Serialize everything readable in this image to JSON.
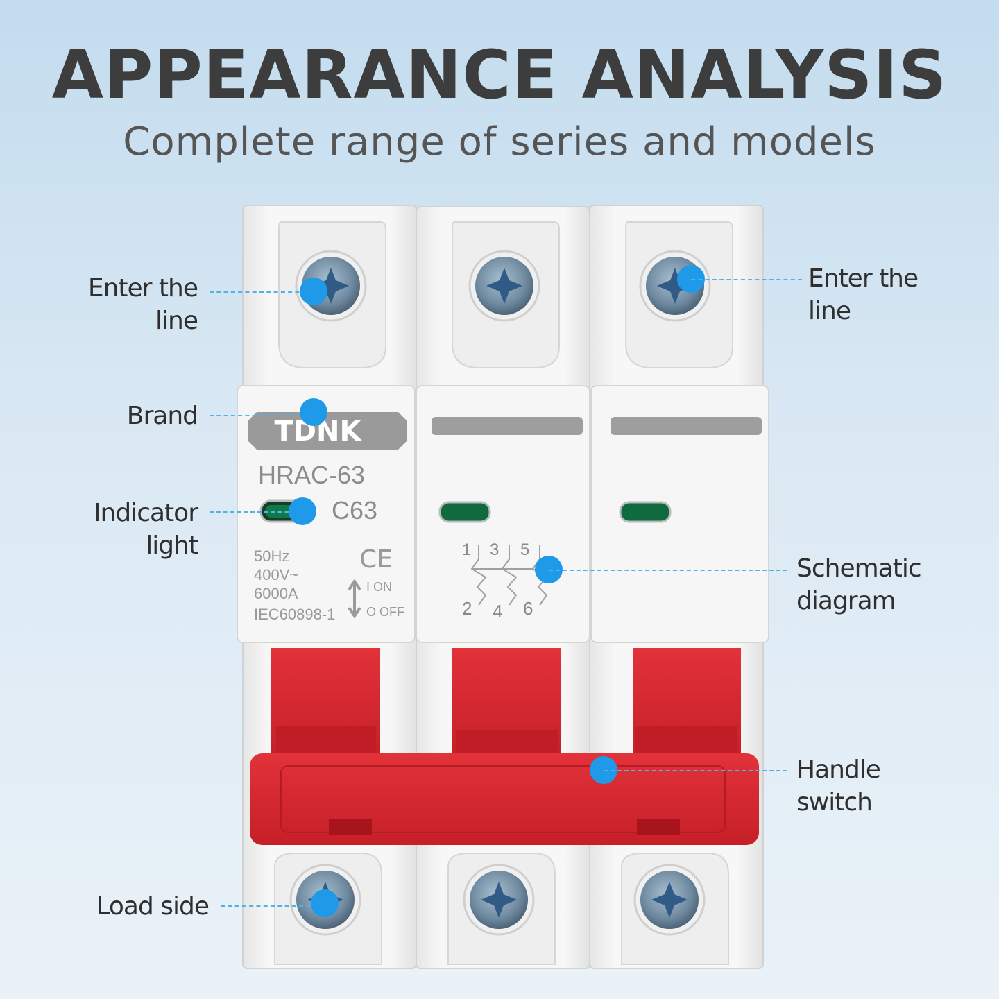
{
  "header": {
    "title": "APPEARANCE ANALYSIS",
    "subtitle": "Complete range of series and models"
  },
  "product": {
    "brand": "TDNK",
    "model": "HRAC-63",
    "rating": "C63",
    "specs": [
      "50Hz",
      "400V~",
      "6000A",
      "IEC60898-1"
    ],
    "ce_mark": "CE",
    "switch_on": "I ON",
    "switch_off": "O OFF",
    "terminal_top": [
      "1",
      "3",
      "5"
    ],
    "terminal_bottom": [
      "2",
      "4",
      "6"
    ]
  },
  "callouts": {
    "enter_line_left": [
      "Enter the",
      "line"
    ],
    "enter_line_right": [
      "Enter the",
      "line"
    ],
    "brand": [
      "Brand"
    ],
    "indicator": [
      "Indicator",
      "light"
    ],
    "schematic": [
      "Schematic",
      "diagram"
    ],
    "handle": [
      "Handle",
      "switch"
    ],
    "load": [
      "Load side"
    ]
  },
  "colors": {
    "accent_dot": "#1e9ae8",
    "handle_red": "#d8262f",
    "housing": "#f4f4f4",
    "indicator_green": "#0f7a47"
  }
}
